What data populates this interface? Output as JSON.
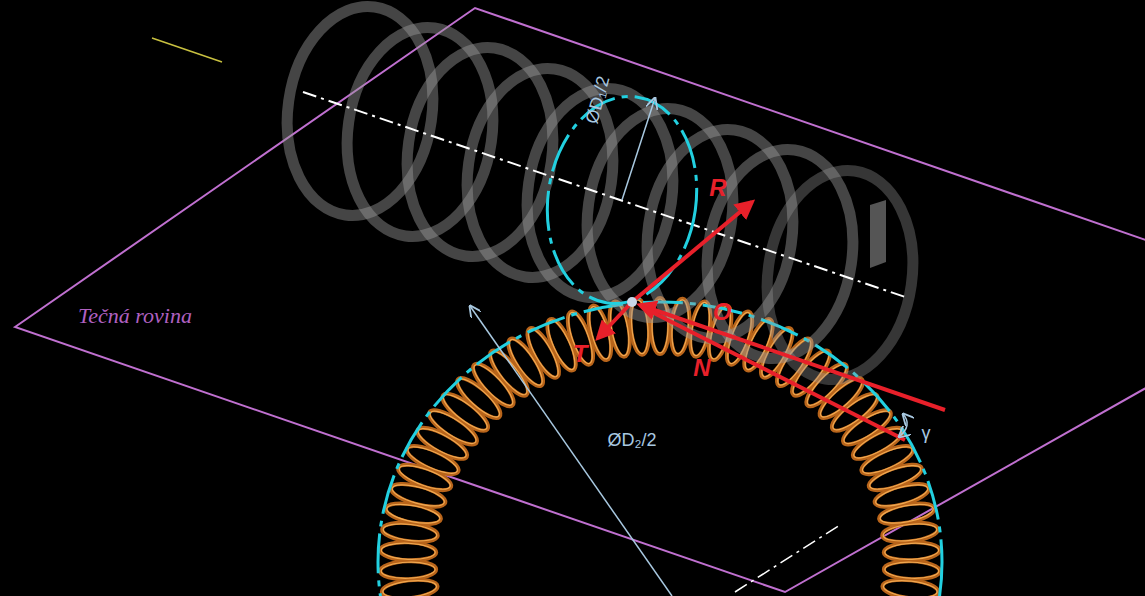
{
  "diagram": {
    "labels": [
      "ØD₁/2",
      "R",
      "Tečná rovina",
      "O",
      "T",
      "N",
      "γ",
      "ØD₂/2"
    ]
  }
}
